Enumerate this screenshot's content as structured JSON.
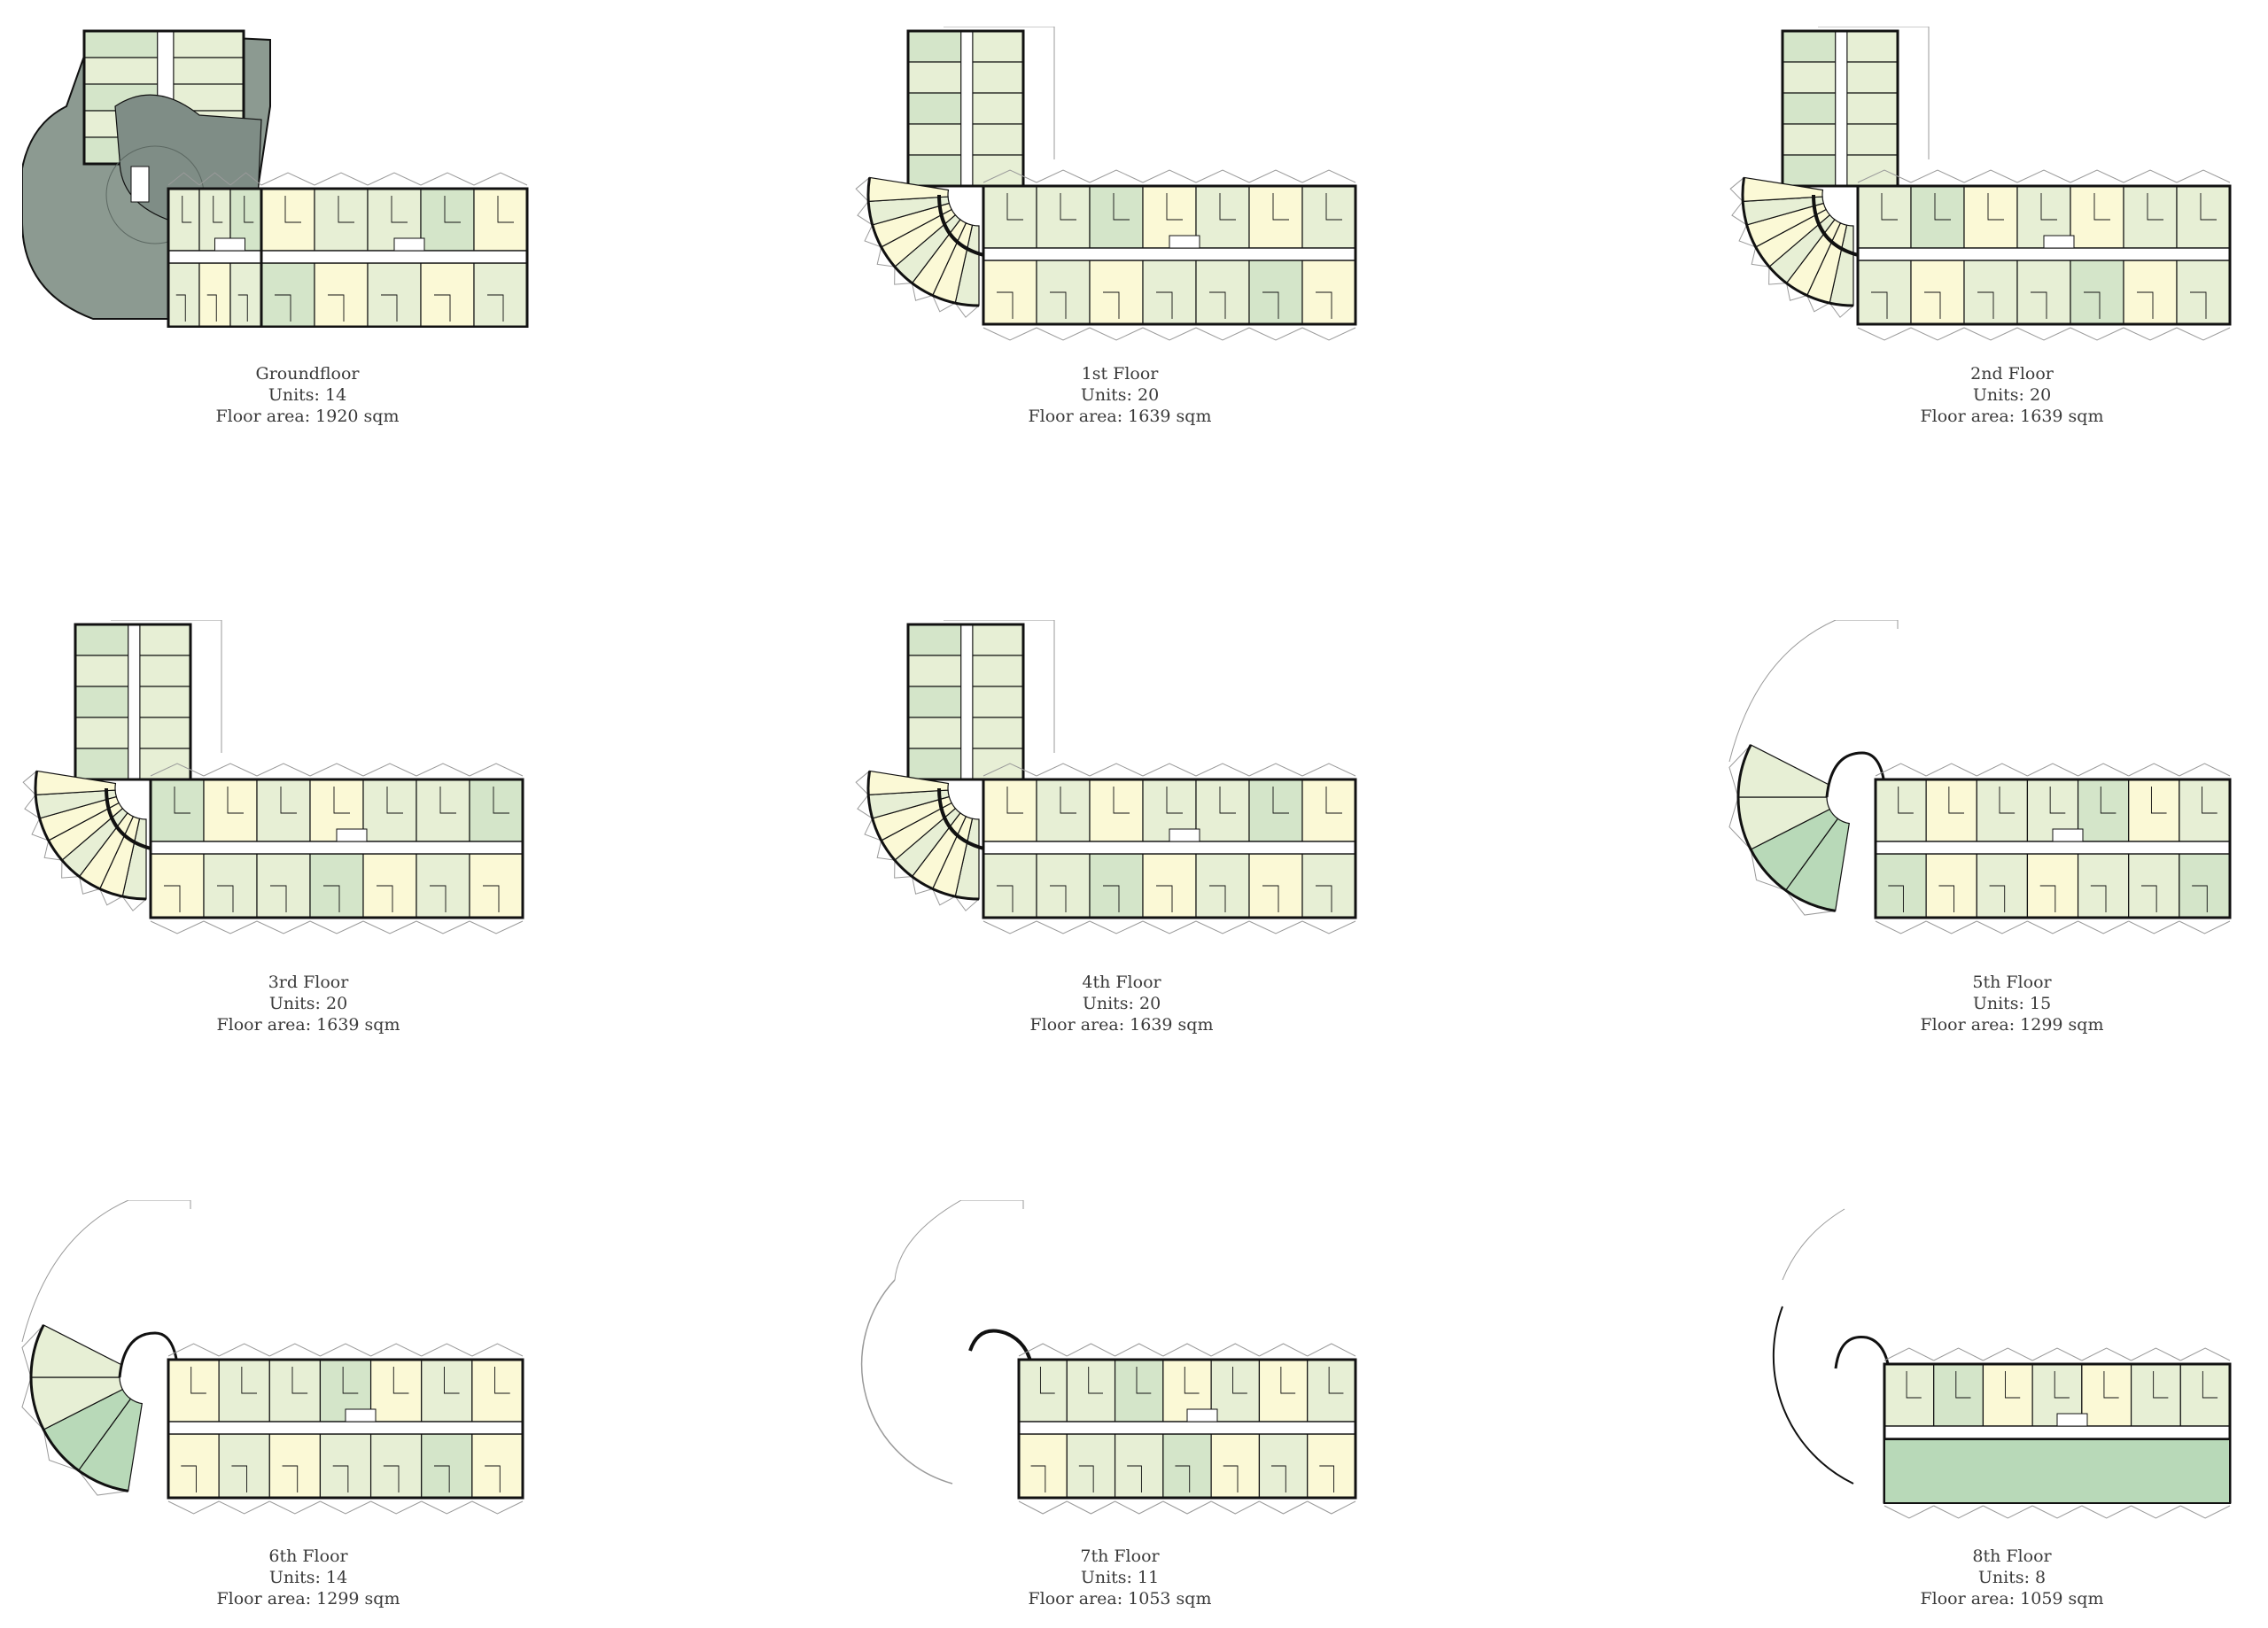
{
  "colors": {
    "yellow": "#fbf9d6",
    "light_green": "#e7efd5",
    "mid_green": "#d4e5c9",
    "dark_green": "#b8d9b8",
    "grey": "#8c9a91",
    "wall": "#111111",
    "outline": "#9a9a9a"
  },
  "floors": [
    {
      "name": "Groundfloor",
      "units": "Units: 14",
      "area": "Floor area: 1920 sqm",
      "shape": "ground"
    },
    {
      "name": "1st Floor",
      "units": "Units: 20",
      "area": "Floor area: 1639 sqm",
      "shape": "full"
    },
    {
      "name": "2nd Floor",
      "units": "Units: 20",
      "area": "Floor area: 1639 sqm",
      "shape": "full"
    },
    {
      "name": "3rd Floor",
      "units": "Units: 20",
      "area": "Floor area: 1639 sqm",
      "shape": "full"
    },
    {
      "name": "4th Floor",
      "units": "Units: 20",
      "area": "Floor area: 1639 sqm",
      "shape": "full"
    },
    {
      "name": "5th Floor",
      "units": "Units: 15",
      "area": "Floor area: 1299 sqm",
      "shape": "mid"
    },
    {
      "name": "6th Floor",
      "units": "Units: 14",
      "area": "Floor area: 1299 sqm",
      "shape": "mid"
    },
    {
      "name": "7th Floor",
      "units": "Units: 11",
      "area": "Floor area: 1053 sqm",
      "shape": "top"
    },
    {
      "name": "8th Floor",
      "units": "Units: 8",
      "area": "Floor area: 1059 sqm",
      "shape": "top8"
    }
  ]
}
